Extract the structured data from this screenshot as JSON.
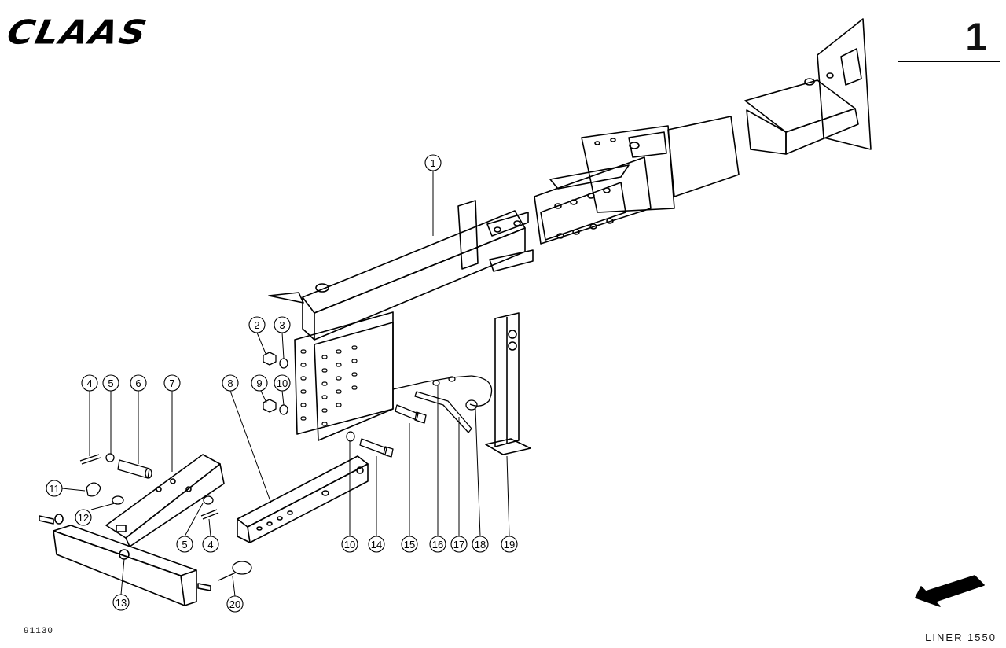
{
  "header": {
    "brand": "CLAAS",
    "page_number": "1"
  },
  "footer": {
    "drawing_number": "91130",
    "model": "LINER 1550"
  },
  "callouts": [
    {
      "id": "c1",
      "label": "1"
    },
    {
      "id": "c2",
      "label": "2"
    },
    {
      "id": "c3",
      "label": "3"
    },
    {
      "id": "c4a",
      "label": "4"
    },
    {
      "id": "c5a",
      "label": "5"
    },
    {
      "id": "c6",
      "label": "6"
    },
    {
      "id": "c7",
      "label": "7"
    },
    {
      "id": "c8",
      "label": "8"
    },
    {
      "id": "c9",
      "label": "9"
    },
    {
      "id": "c10a",
      "label": "10"
    },
    {
      "id": "c11",
      "label": "11"
    },
    {
      "id": "c12",
      "label": "12"
    },
    {
      "id": "c5b",
      "label": "5"
    },
    {
      "id": "c4b",
      "label": "4"
    },
    {
      "id": "c10b",
      "label": "10"
    },
    {
      "id": "c14",
      "label": "14"
    },
    {
      "id": "c15",
      "label": "15"
    },
    {
      "id": "c16",
      "label": "16"
    },
    {
      "id": "c17",
      "label": "17"
    },
    {
      "id": "c18",
      "label": "18"
    },
    {
      "id": "c19",
      "label": "19"
    },
    {
      "id": "c13",
      "label": "13"
    },
    {
      "id": "c20",
      "label": "20"
    }
  ]
}
